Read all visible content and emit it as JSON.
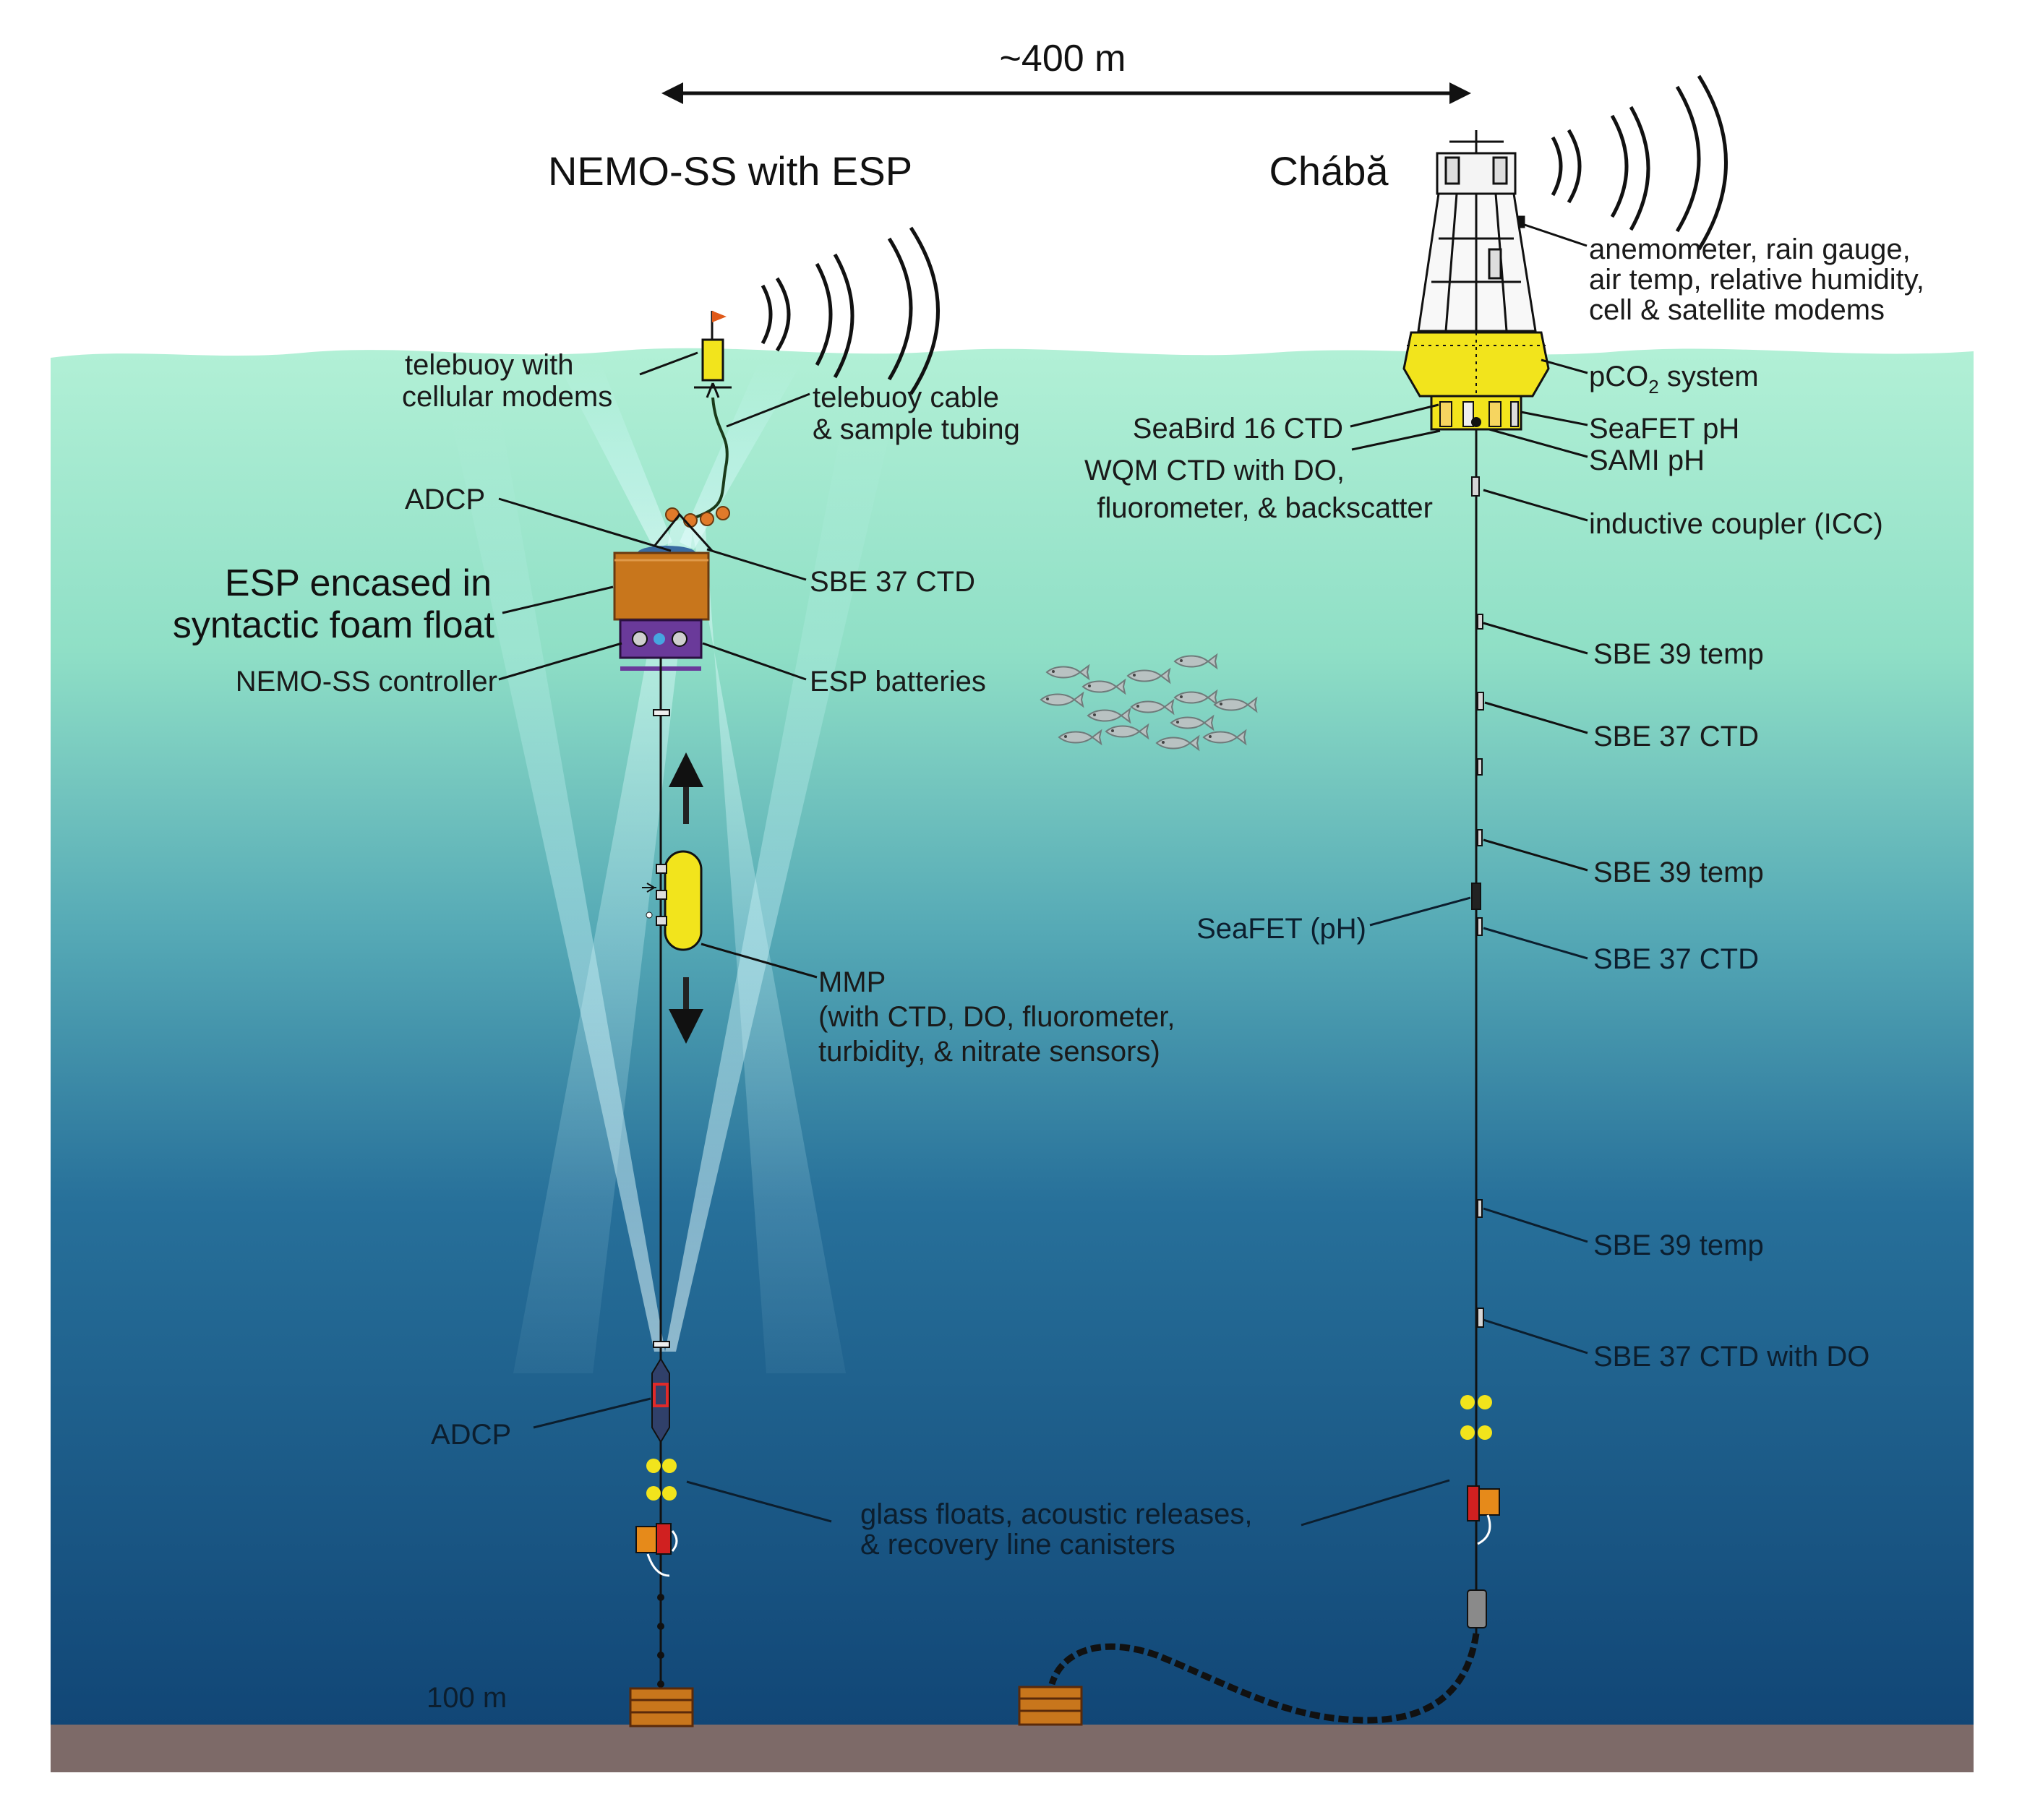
{
  "scale_label": "~400 m",
  "left_title": "NEMO-SS with ESP",
  "right_title": "Chábă",
  "depth_label": "100 m",
  "colors": {
    "water_surface": "#a8ecd2",
    "water_mid": "#4fa7b2",
    "water_deep": "#134b7a",
    "seafloor": "#7d6a68",
    "buoy_yellow": "#f2e41c",
    "esp_orange": "#c8761c",
    "controller_purple": "#6a3a9a"
  },
  "labels": {
    "telebuoy": [
      "telebuoy with",
      "cellular modems"
    ],
    "telebuoy_cable": [
      "telebuoy cable",
      "& sample tubing"
    ],
    "adcp_top": "ADCP",
    "esp_float": [
      "ESP encased in",
      "syntactic foam float"
    ],
    "sbe37_left": "SBE 37 CTD",
    "nemo_controller": "NEMO-SS controller",
    "esp_batteries": "ESP batteries",
    "mmp": [
      "MMP",
      "(with CTD, DO, fluorometer,",
      "turbidity, & nitrate sensors)"
    ],
    "adcp_bottom": "ADCP",
    "glass_floats": [
      "glass floats, acoustic releases,",
      "& recovery line canisters"
    ],
    "anemometer": [
      "anemometer, rain gauge,",
      "air temp, relative humidity,",
      "cell & satellite modems"
    ],
    "pco2": "pCO",
    "pco2_sub": "2",
    "pco2_suffix": " system",
    "seabird16": "SeaBird 16 CTD",
    "seafet_ph": "SeaFET pH",
    "wqm": [
      "WQM CTD with DO,",
      "fluorometer, & backscatter"
    ],
    "sami_ph": "SAMI pH",
    "icc": "inductive coupler (ICC)",
    "sbe39_1": "SBE 39 temp",
    "sbe37_1": "SBE 37 CTD",
    "sbe39_2": "SBE 39 temp",
    "seafet_mid": "SeaFET (pH)",
    "sbe37_2": "SBE 37 CTD",
    "sbe39_3": "SBE 39 temp",
    "sbe37_do": "SBE 37 CTD with DO"
  }
}
